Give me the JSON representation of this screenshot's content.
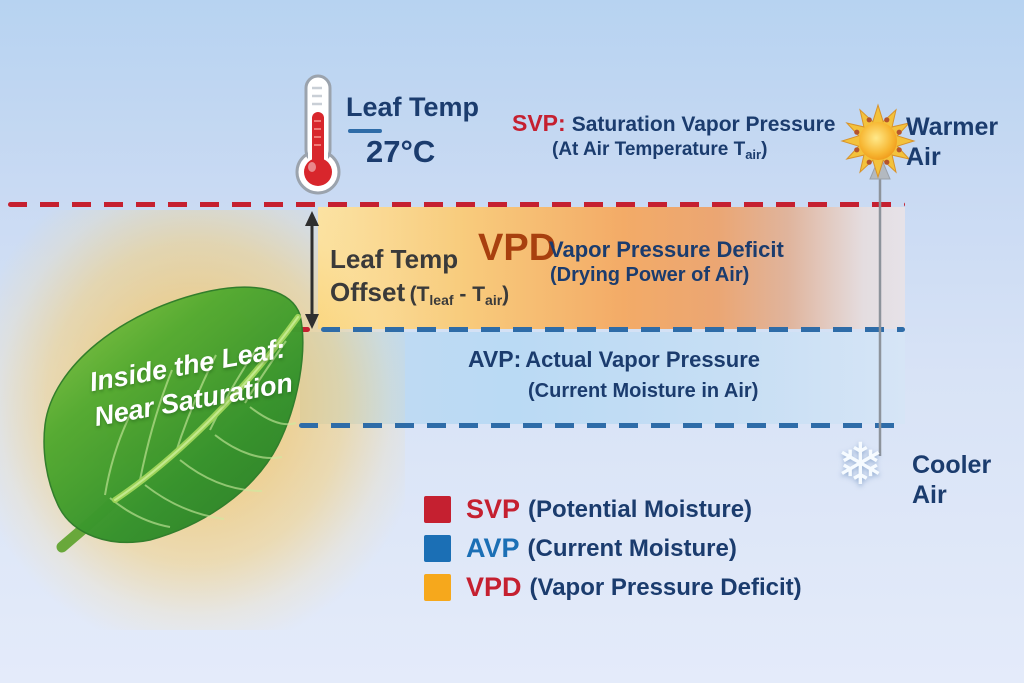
{
  "colors": {
    "svp_red": "#c52030",
    "avp_blue": "#1b6fb5",
    "vpd_orange": "#f6a81c",
    "navy": "#1b3c6e",
    "vpd_label": "#a8400f"
  },
  "thermometer": {
    "label": "Leaf Temp",
    "value": "27°C"
  },
  "svp": {
    "abbr": "SVP:",
    "title": "Saturation Vapor Pressure",
    "note_pre": "(At Air Temperature T",
    "note_sub": "air",
    "note_post": ")"
  },
  "vpd": {
    "abbr": "VPD",
    "title": "Vapor Pressure Deficit",
    "note": "(Drying Power of Air)"
  },
  "offset": {
    "line1": "Leaf Temp",
    "line2": "Offset",
    "paren_pre": "(T",
    "sub1": "leaf",
    "mid": " - T",
    "sub2": "air",
    "paren_post": ")"
  },
  "avp": {
    "abbr": "AVP:",
    "title": "Actual Vapor Pressure",
    "note": "(Current Moisture in Air)"
  },
  "leaf": {
    "line1": "Inside the Leaf:",
    "line2": "Near Saturation"
  },
  "air": {
    "warmer": "Warmer Air",
    "cooler": "Cooler Air"
  },
  "icons": {
    "snowflake_glyph": "❄"
  },
  "legend": {
    "items": [
      {
        "abbr": "SVP",
        "desc": "(Potential Moisture)",
        "swatch": "#c52030",
        "abbr_color": "#c52030"
      },
      {
        "abbr": "AVP",
        "desc": "(Current Moisture)",
        "swatch": "#1b6fb5",
        "abbr_color": "#1b6fb5"
      },
      {
        "abbr": "VPD",
        "desc": "(Vapor Pressure Deficit)",
        "swatch": "#f6a81c",
        "abbr_color": "#c52030"
      }
    ]
  }
}
